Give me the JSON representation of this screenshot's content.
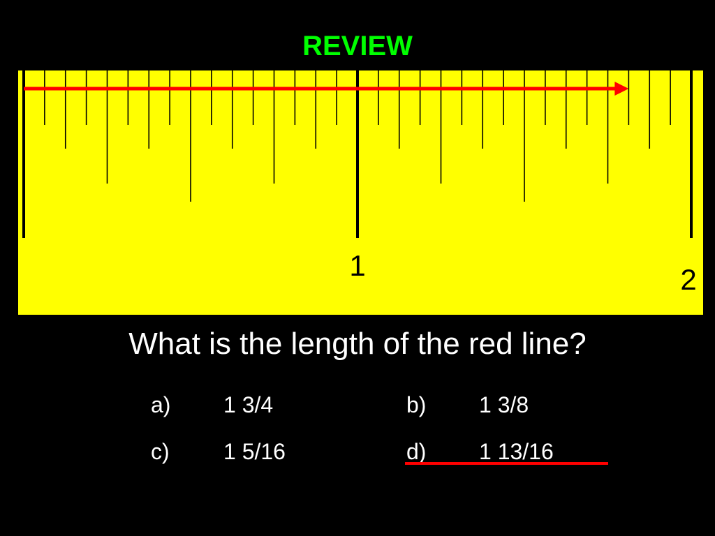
{
  "title": "REVIEW",
  "question": "What is the length of the red line?",
  "choices": [
    {
      "letter": "a)",
      "value": "1 3/4"
    },
    {
      "letter": "b)",
      "value": "1 3/8"
    },
    {
      "letter": "c)",
      "value": "1 5/16"
    },
    {
      "letter": "d)",
      "value": "1 13/16"
    }
  ],
  "highlighted_choice": "d)",
  "ruler": {
    "unit_labels": [
      "1",
      "2"
    ],
    "subdivisions_per_unit": 16,
    "red_line_length_units": 1.8125
  },
  "colors": {
    "background": "#000000",
    "title": "#00ff00",
    "ruler_fill": "#ffff00",
    "tick": "#000000",
    "red_line": "#ff0000",
    "text": "#ffffff",
    "answer_underline": "#ff0000"
  }
}
